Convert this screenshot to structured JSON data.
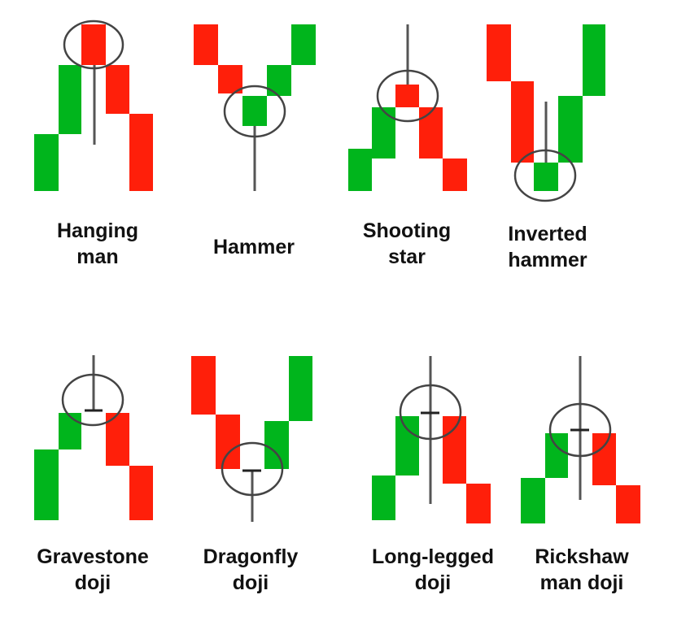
{
  "colors": {
    "bull": "#00B51C",
    "bear": "#FF1F0A",
    "wick": "#555555",
    "circle": "#444444"
  },
  "patterns": [
    {
      "id": "hanging-man",
      "label_lines": [
        "Hanging",
        "man"
      ],
      "candles": [
        "bull",
        "bull",
        "bear",
        "bear",
        "bear"
      ]
    },
    {
      "id": "hammer",
      "label_lines": [
        "Hammer"
      ],
      "candles": [
        "bear",
        "bear",
        "bull",
        "bull",
        "bull"
      ]
    },
    {
      "id": "shooting-star",
      "label_lines": [
        "Shooting",
        "star"
      ],
      "candles": [
        "bull",
        "bull",
        "bear",
        "bear",
        "bear"
      ]
    },
    {
      "id": "inverted-hammer",
      "label_lines": [
        "Inverted",
        "hammer"
      ],
      "candles": [
        "bear",
        "bear",
        "bull",
        "bull",
        "bull"
      ]
    },
    {
      "id": "gravestone-doji",
      "label_lines": [
        "Gravestone",
        "doji"
      ],
      "candles": [
        "bull",
        "bull",
        "doji",
        "bear",
        "bear"
      ]
    },
    {
      "id": "dragonfly-doji",
      "label_lines": [
        "Dragonfly",
        "doji"
      ],
      "candles": [
        "bear",
        "bear",
        "doji",
        "bull",
        "bull"
      ]
    },
    {
      "id": "long-legged-doji",
      "label_lines": [
        "Long-legged",
        "doji"
      ],
      "candles": [
        "bull",
        "bull",
        "doji",
        "bear",
        "bear"
      ]
    },
    {
      "id": "rickshaw-man-doji",
      "label_lines": [
        "Rickshaw",
        "man doji"
      ],
      "candles": [
        "bull",
        "bull",
        "doji",
        "bear",
        "bear"
      ]
    }
  ]
}
